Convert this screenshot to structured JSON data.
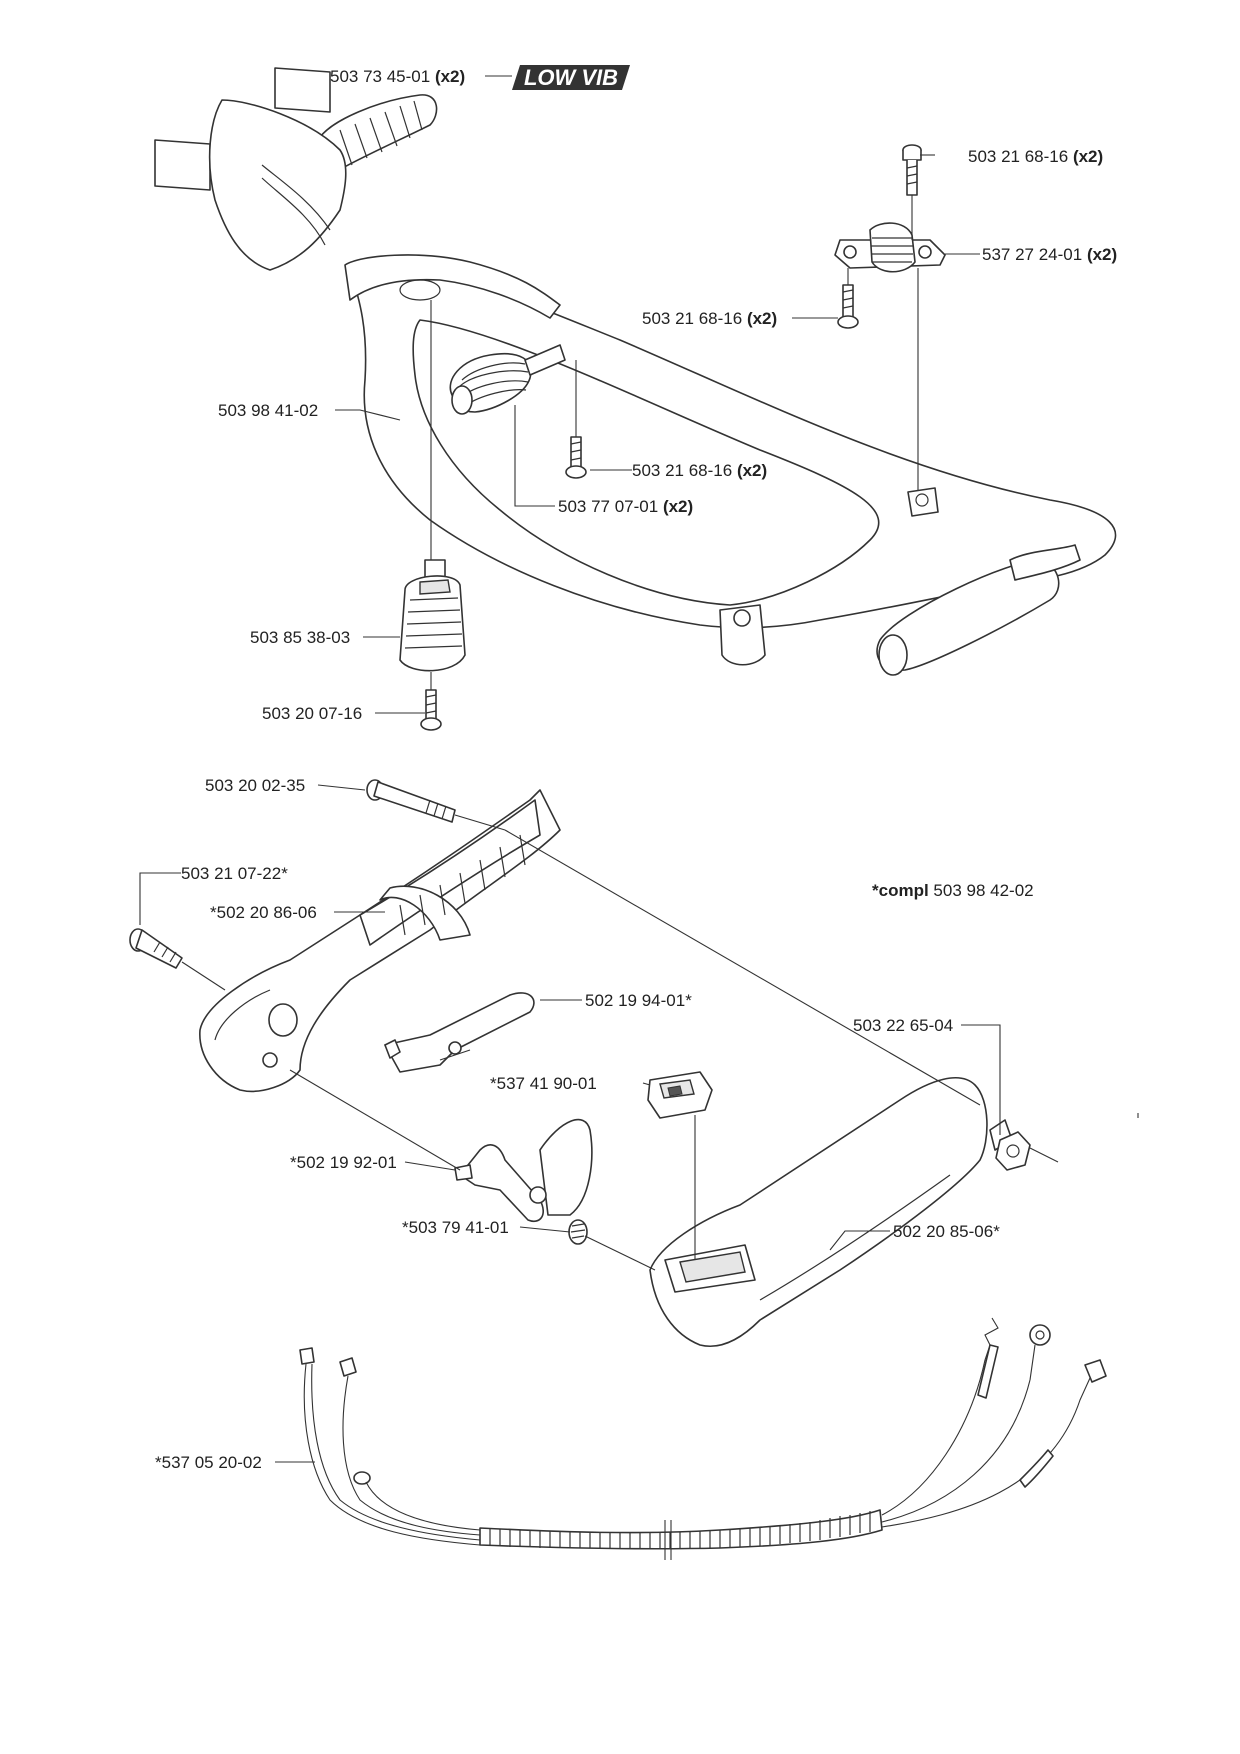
{
  "logo": {
    "text": "LOW VIB"
  },
  "callouts": {
    "decal": {
      "part": "503 73 45-01",
      "qty": "(x2)"
    },
    "screw_top": {
      "part": "503 21 68-16",
      "qty": "(x2)"
    },
    "damper_block": {
      "part": "537 27 24-01",
      "qty": "(x2)"
    },
    "screw_mid": {
      "part": "503 21 68-16",
      "qty": "(x2)"
    },
    "handle_bar": {
      "part": "503 98 41-02"
    },
    "screw_low": {
      "part": "503 21 68-16",
      "qty": "(x2)"
    },
    "spring": {
      "part": "503 77 07-01",
      "qty": "(x2)"
    },
    "damper": {
      "part": "503 85 38-03"
    },
    "bolt_damper": {
      "part": "503 20 07-16"
    },
    "long_screw": {
      "part": "503 20 02-35"
    },
    "screw_handle": {
      "part": "503 21 07-22*"
    },
    "handle_half_left": {
      "part": "*502 20 86-06"
    },
    "compl_note": {
      "bold": "*compl",
      "part": "503 98 42-02"
    },
    "throttle_lockout": {
      "part": "502 19 94-01*"
    },
    "nut": {
      "part": "503 22 65-04"
    },
    "switch": {
      "part": "*537 41 90-01"
    },
    "throttle_trigger": {
      "part": "*502 19 92-01"
    },
    "trigger_spring": {
      "part": "*503 79 41-01"
    },
    "handle_half_right": {
      "part": "502 20 85-06*"
    },
    "wiring_harness": {
      "part": "*537 05 20-02"
    }
  }
}
